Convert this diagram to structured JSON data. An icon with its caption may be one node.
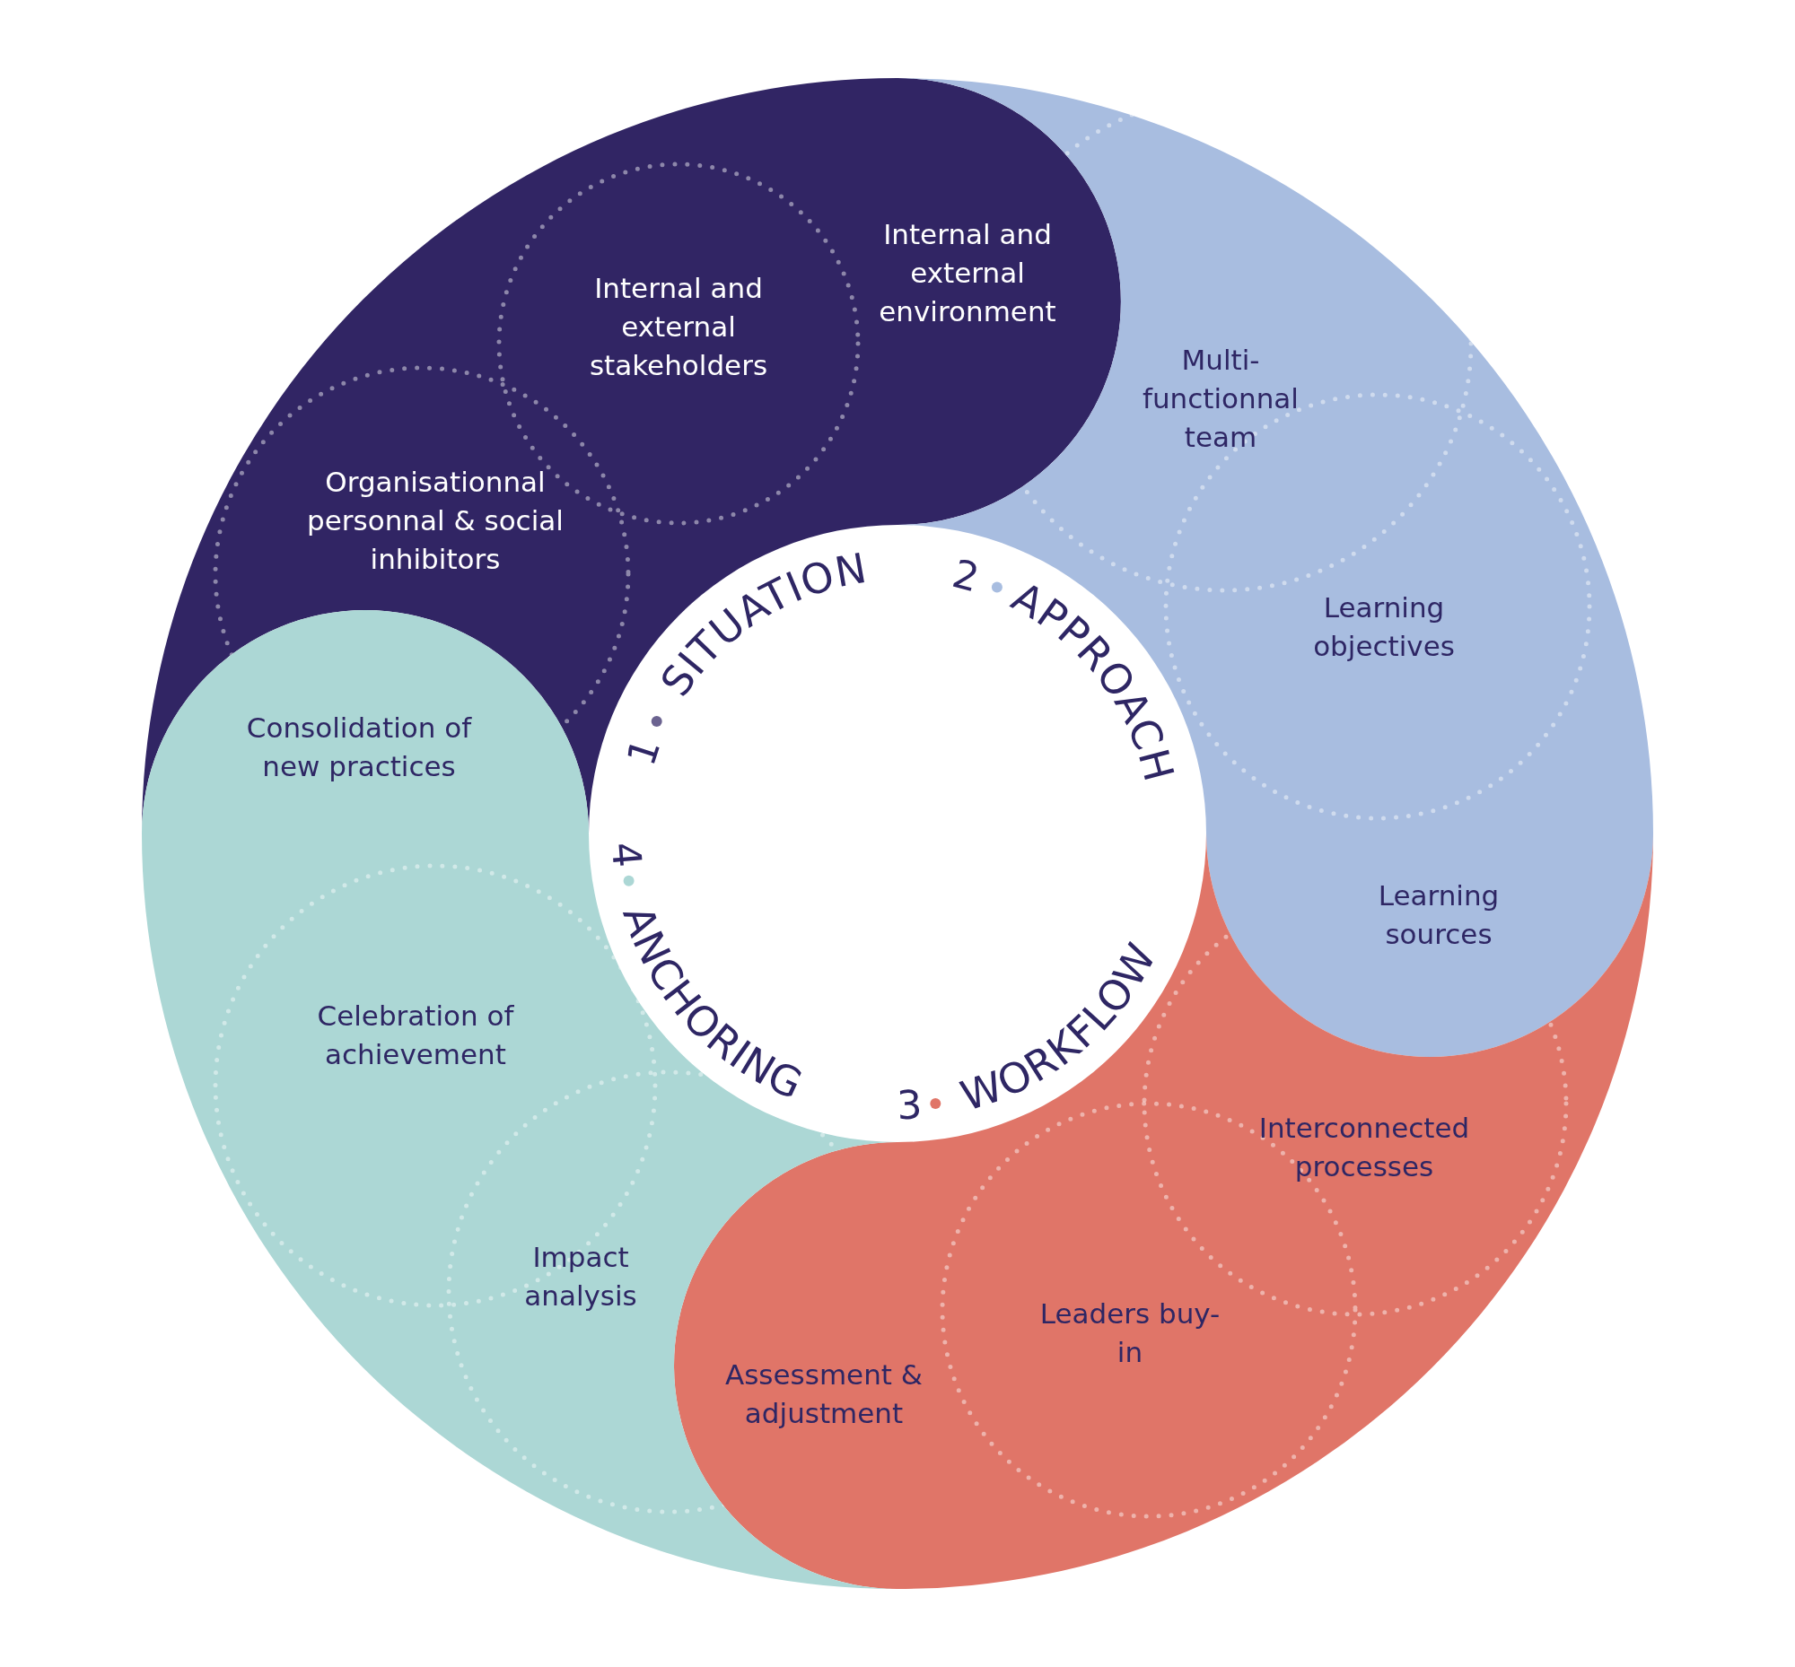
{
  "diagram": {
    "nodes": [
      {
        "text": [
          "Internal and external environment",
          "Internal and external stakeholders",
          "Organisationnal personnal & social inhibitors"
        ]
      },
      {
        "text": [
          "Multi- functionnal team",
          "Learning objectives",
          "Learning sources"
        ]
      },
      {
        "text": [
          "Interconnected processes",
          "Leaders buy-in",
          "Assessment & adjustment"
        ]
      },
      {
        "text": [
          "Consolidation of new practices",
          "Celebration of achievement",
          "Impact analysis"
        ]
      }
    ],
    "labels": [
      "1",
      "SITUATION",
      "2",
      "APPROACH",
      "3",
      "WORKFLOW",
      "4",
      "ANCHORING"
    ]
  }
}
